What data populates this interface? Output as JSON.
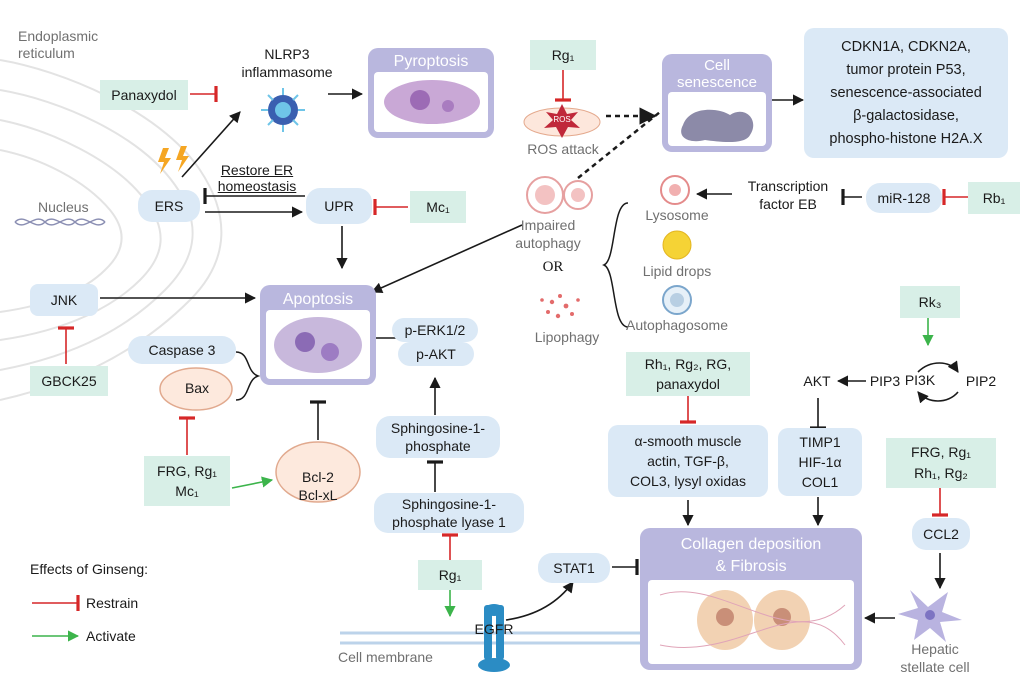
{
  "organelles": {
    "er_label": "Endoplasmic\nreticulum",
    "nucleus_label": "Nucleus",
    "membrane_label": "Cell membrane"
  },
  "nodes": {
    "ers": "ERS",
    "nlrp3": "NLRP3\ninflammasome",
    "pyroptosis": "Pyroptosis",
    "restore_er": "Restore ER\nhomeostasis",
    "upr": "UPR",
    "jnk": "JNK",
    "apoptosis": "Apoptosis",
    "caspase3": "Caspase 3",
    "bax": "Bax",
    "bcl": "Bcl-2\nBcl-xL",
    "perk": "p-ERK1/2",
    "pakt": "p-AKT",
    "s1p": "Sphingosine-1-\nphosphate",
    "s1pl": "Sphingosine-1-\nphosphate lyase 1",
    "egfr": "EGFR",
    "stat1": "STAT1",
    "ros_attack": "ROS attack",
    "ros_badge": "ROS",
    "impaired_autophagy": "Impaired\nautophagy",
    "or_label": "OR",
    "lipophagy": "Lipophagy",
    "cell_senescence": "Cell\nsenescence",
    "senescence_markers": "CDKN1A, CDKN2A,\ntumor protein P53,\nsenescence-associated\nβ-galactosidase,\nphospho-histone H2A.X",
    "transcription_factor": "Transcription\nfactor EB",
    "mir128": "miR-128",
    "lysosome": "Lysosome",
    "lipid_drops": "Lipid drops",
    "autophagosome": "Autophagosome",
    "pi3k": "PI3K",
    "pip3": "PIP3",
    "pip2": "PIP2",
    "akt": "AKT",
    "fibro_markers_1": "α-smooth muscle\nactin, TGF-β,\nCOL3, lysyl oxidas",
    "fibro_markers_2": "TIMP1\nHIF-1α\nCOL1",
    "collagen": "Collagen deposition\n& Fibrosis",
    "ccl2": "CCL2",
    "hsc": "Hepatic\nstellate cell"
  },
  "ginsenosides": {
    "panaxydol": "Panaxydol",
    "rg1_ros": "Rg₁",
    "mc1_upr": "Mc₁",
    "gbck25": "GBCK25",
    "frg_rg1_mc1": "FRG, Rg₁\nMc₁",
    "rg1_egfr": "Rg₁",
    "rb1": "Rb₁",
    "rk3": "Rk₃",
    "rh1_group": "Rh₁, Rg₂, RG,\npanaxydol",
    "frg_group": "FRG, Rg₁\nRh₁, Rg₂"
  },
  "legend": {
    "title": "Effects of Ginseng:",
    "restrain": "Restrain",
    "activate": "Activate",
    "restrain_color": "#d62728",
    "activate_color": "#3cb44b"
  },
  "colors": {
    "node_fill": "#dbe9f6",
    "drug_fill": "#d8efe7",
    "panel_fill": "#b9b7de",
    "arrow": "#1a1a1a"
  }
}
